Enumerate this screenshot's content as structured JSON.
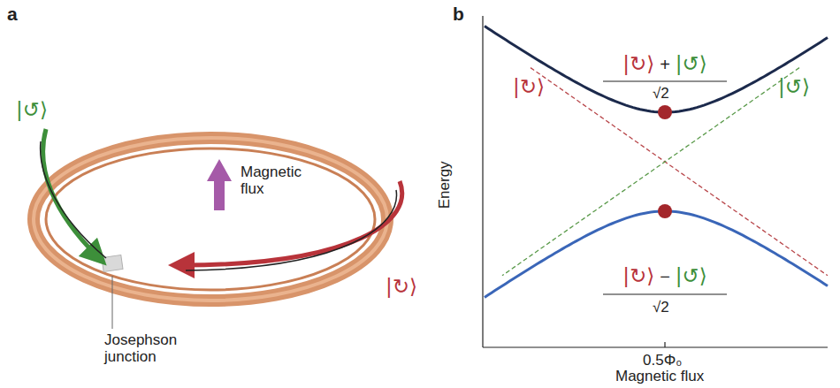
{
  "diagram": {
    "labels": [
      "a",
      "b",
      "|↺⟩",
      "Magnetic flux",
      "|↻⟩",
      "Josephson junction",
      "Energy",
      "|↻⟩",
      "|↻⟩",
      "+",
      "|↺⟩",
      "√2",
      "|↺⟩",
      "|↻⟩",
      "−",
      "|↺⟩",
      "√2",
      "0.5Φ₀",
      "Magnetic flux"
    ]
  }
}
